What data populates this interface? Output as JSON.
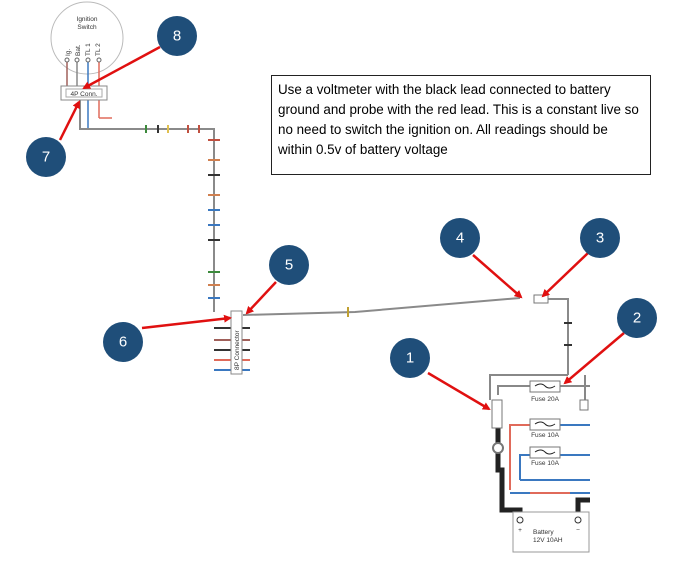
{
  "note": "Use a voltmeter with the black lead connected to battery ground and probe with the red lead. This is a constant live so no need to switch the ignition on. All readings should be within 0.5v of battery voltage",
  "ignition_switch": {
    "title_line1": "Ignition",
    "title_line2": "Switch",
    "terminals": [
      "Ig.",
      "Bat.",
      "TL 1",
      "TL 2"
    ]
  },
  "connectors": {
    "four_pin": "4P Conn.",
    "eight_pin": "8P Connector"
  },
  "fuses": [
    "Fuse 20A",
    "Fuse 10A",
    "Fuse 10A"
  ],
  "battery": {
    "label_line1": "Battery",
    "label_line2": "12V 10AH",
    "plus": "+",
    "minus": "−"
  },
  "markers": [
    "1",
    "2",
    "3",
    "4",
    "5",
    "6",
    "7",
    "8"
  ],
  "colors": {
    "marker": "#1f4e79",
    "arrow": "#e01010",
    "wire": "#8a8a8a"
  }
}
